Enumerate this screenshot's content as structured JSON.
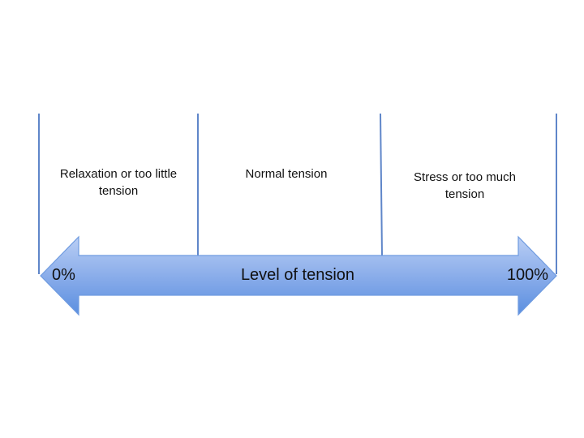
{
  "zones": [
    {
      "label": "Relaxation or too little tension"
    },
    {
      "label": "Normal tension"
    },
    {
      "label": "Stress or too much tension"
    }
  ],
  "arrow": {
    "title": "Level of tension",
    "left_label": "0%",
    "right_label": "100%"
  },
  "colors": {
    "arrow_top": "#b9cef4",
    "arrow_bottom": "#5b8fe0",
    "arrow_stroke": "#6f9be0",
    "divider": "#5f86c9"
  }
}
